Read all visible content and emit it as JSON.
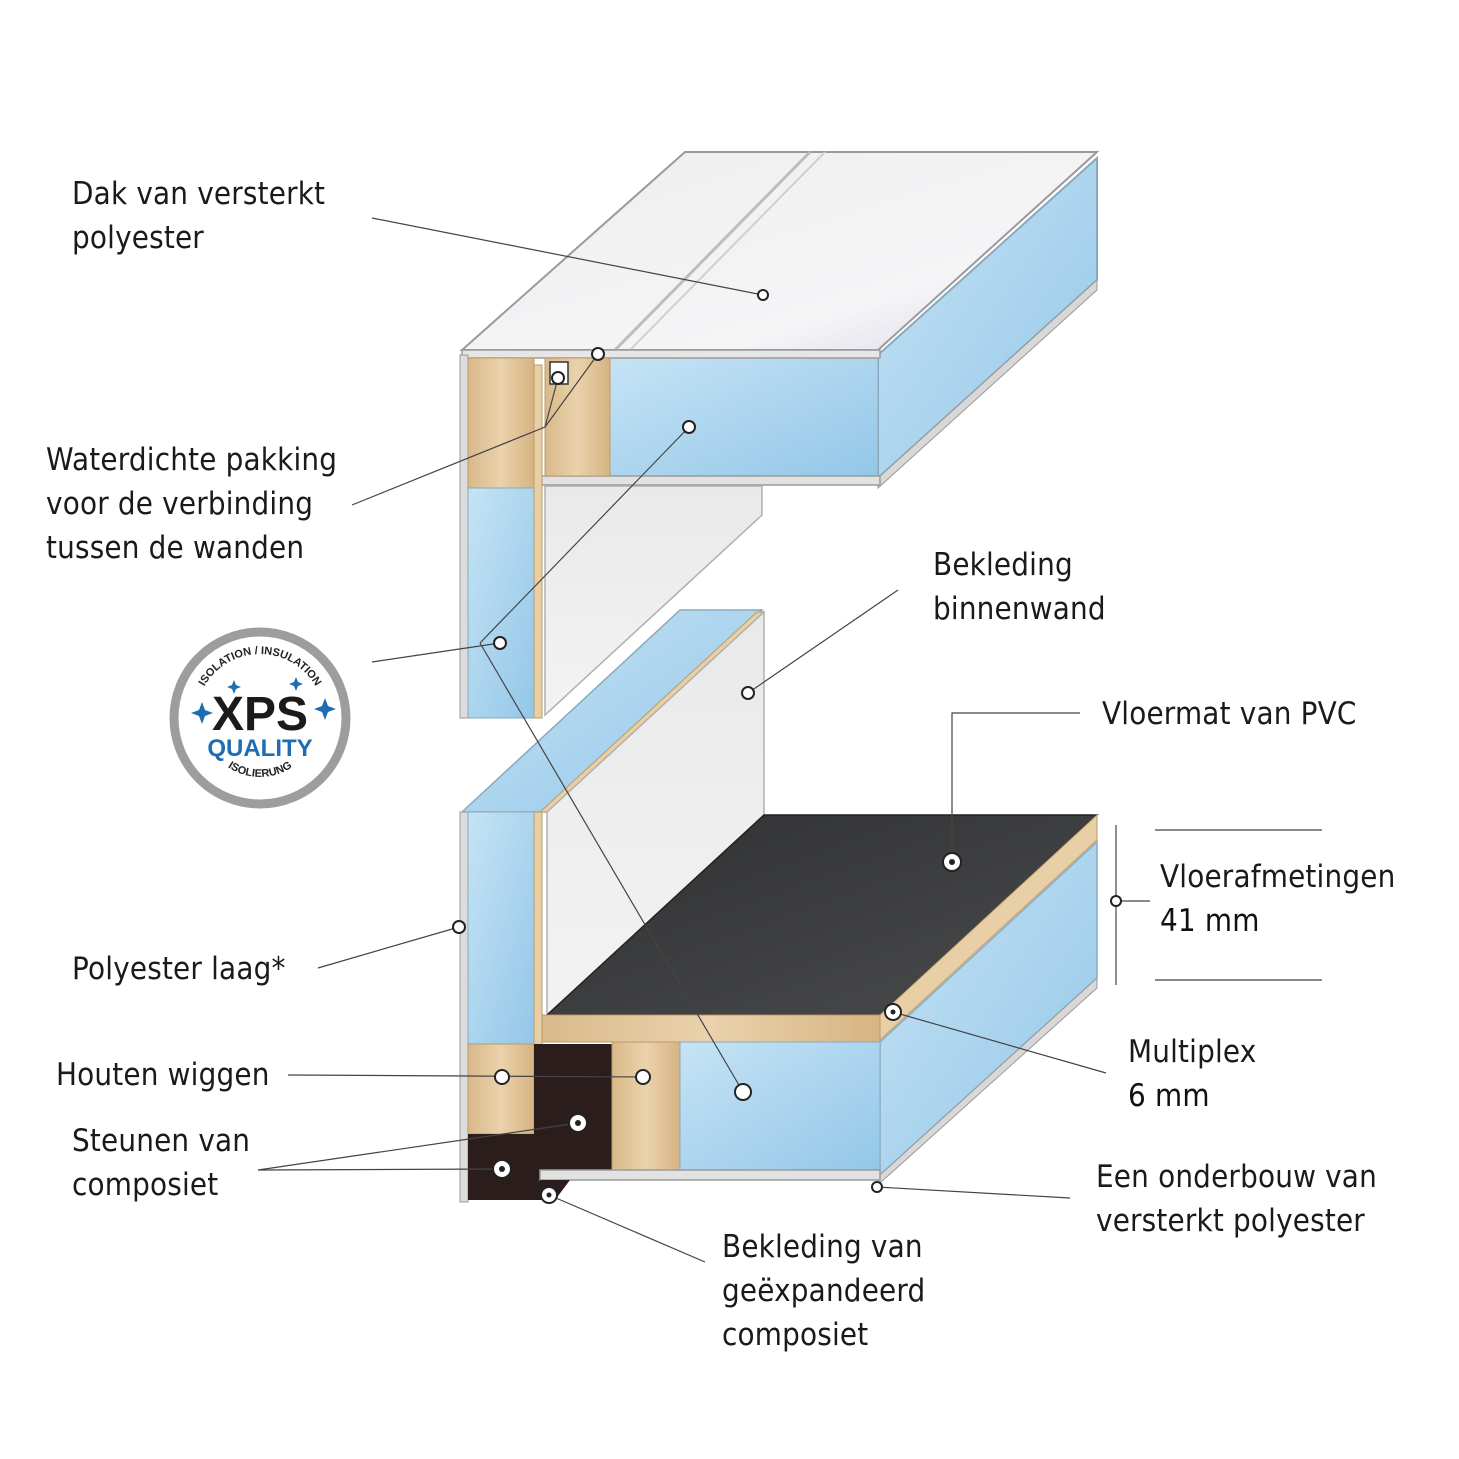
{
  "labels": {
    "dak": [
      "Dak van versterkt",
      "polyester"
    ],
    "pakking": [
      "Waterdichte pakking",
      "voor de verbinding",
      "tussen de wanden"
    ],
    "bekleding_binnen": [
      "Bekleding",
      "binnenwand"
    ],
    "vloermat": [
      "Vloermat van PVC"
    ],
    "vloerafmetingen": [
      "Vloerafmetingen",
      "41 mm"
    ],
    "polyester_laag": [
      "Polyester laag*"
    ],
    "multiplex": [
      "Multiplex",
      "6 mm"
    ],
    "houten_wiggen": [
      "Houten wiggen"
    ],
    "steunen": [
      "Steunen van",
      "composiet"
    ],
    "onderbouw": [
      "Een onderbouw van",
      "versterkt polyester"
    ],
    "bekleding_exp": [
      "Bekleding van",
      "geëxpandeerd",
      "composiet"
    ]
  },
  "badge": {
    "top_text": "ISOLATION / INSULATION",
    "main": "XPS",
    "sub": "QUALITY",
    "bottom_text": "ISOLIERUNG"
  },
  "colors": {
    "xps_blue": "#a9d4ee",
    "wood": "#e3c79b",
    "composite": "#2a1d1c",
    "floor_mat": "#3a3b3d",
    "badge_blue": "#1e6db3"
  }
}
